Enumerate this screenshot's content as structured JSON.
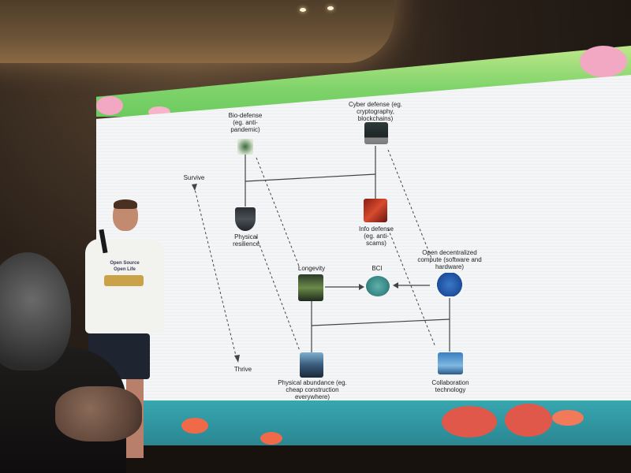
{
  "slide": {
    "nodes": {
      "bio_defense": "Bio-defense (eg. anti-pandemic)",
      "cyber_defense": "Cyber defense (eg. cryptography, blockchains)",
      "survive": "Survive",
      "physical_resilience": "Physical resilience",
      "info_defense": "Info defense (eg. anti-scams)",
      "open_compute": "Open decentralized compute (software and hardware)",
      "longevity": "Longevity",
      "bci": "BCI",
      "thrive": "Thrive",
      "physical_abundance": "Physical abundance (eg. cheap construction everywhere)",
      "collaboration": "Collaboration technology"
    }
  },
  "speaker": {
    "shirt_text_1": "Open Source",
    "shirt_text_2": "Open Life"
  },
  "colors": {
    "slide_bg": "#f4f5f7",
    "top_band": "#7fd36a",
    "bottom_band": "#2d8f9a",
    "line": "#444444",
    "shirt": "#f2f2ee",
    "shorts": "#1e2430"
  }
}
